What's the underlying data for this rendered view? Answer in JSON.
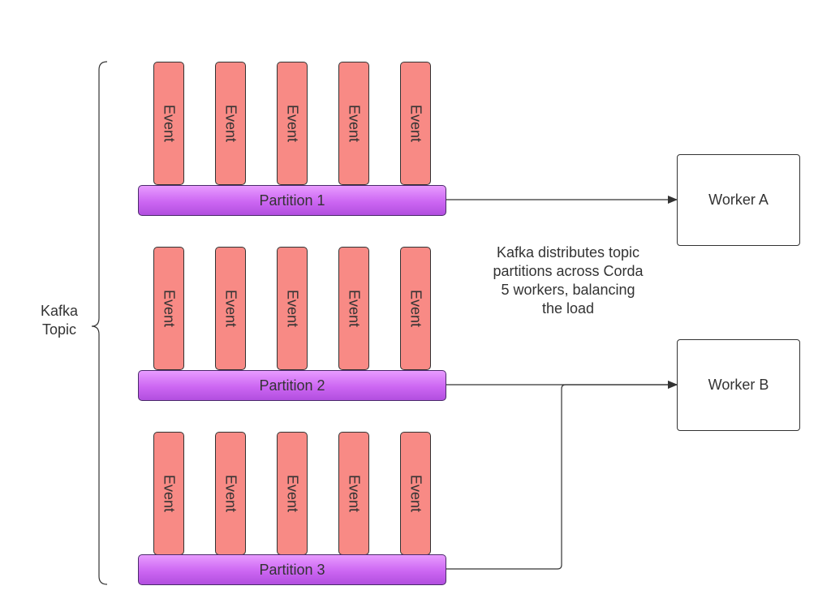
{
  "topic": {
    "label_line1": "Kafka",
    "label_line2": "Topic"
  },
  "partitions": [
    {
      "label": "Partition 1",
      "events": [
        "Event",
        "Event",
        "Event",
        "Event",
        "Event"
      ]
    },
    {
      "label": "Partition 2",
      "events": [
        "Event",
        "Event",
        "Event",
        "Event",
        "Event"
      ]
    },
    {
      "label": "Partition 3",
      "events": [
        "Event",
        "Event",
        "Event",
        "Event",
        "Event"
      ]
    }
  ],
  "workers": [
    {
      "label": "Worker A"
    },
    {
      "label": "Worker B"
    }
  ],
  "annotation": {
    "lines": [
      "Kafka distributes topic",
      "partitions across Corda",
      "5 workers, balancing",
      "the load"
    ]
  },
  "colors": {
    "event_fill": "#f88a85",
    "partition_fill": "#cc66f2",
    "stroke": "#333333"
  }
}
